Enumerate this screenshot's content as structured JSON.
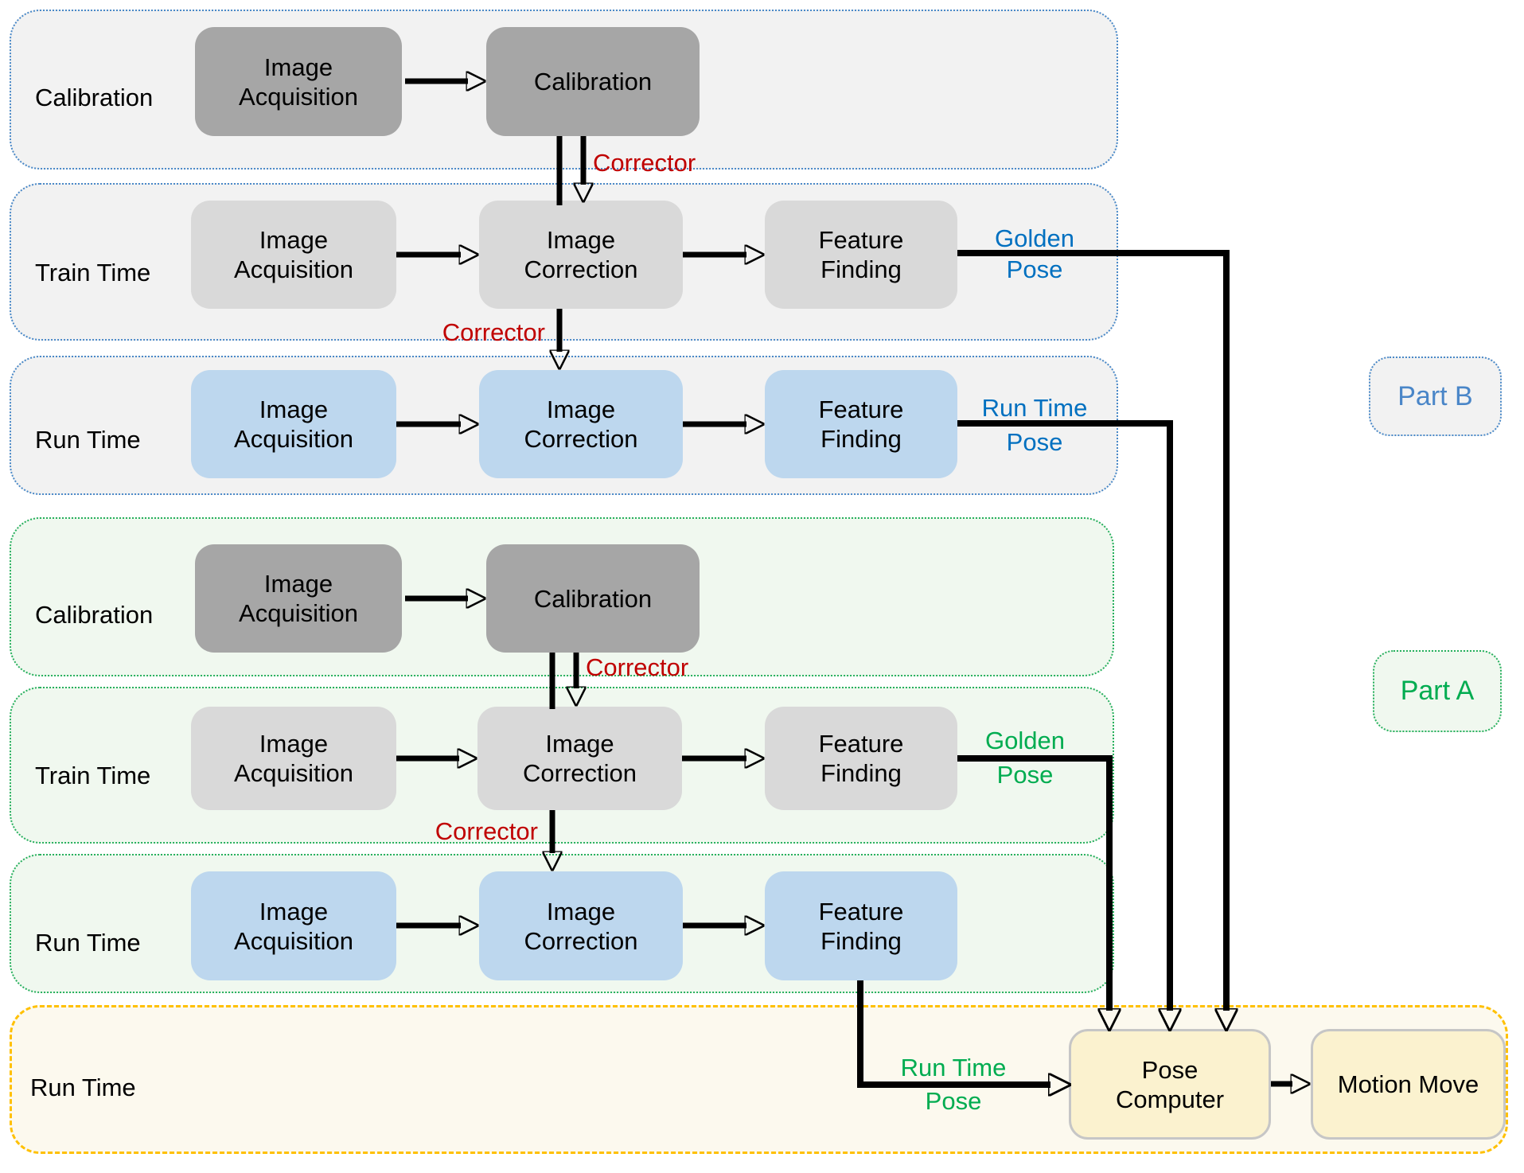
{
  "rows": [
    {
      "label": "Calibration",
      "part": "B",
      "boxes": [
        {
          "lines": [
            "Image",
            "Acquisition"
          ]
        },
        {
          "lines": [
            "Calibration"
          ]
        }
      ]
    },
    {
      "label": "Train Time",
      "part": "B",
      "boxes": [
        {
          "lines": [
            "Image",
            "Acquisition"
          ]
        },
        {
          "lines": [
            "Image",
            "Correction"
          ]
        },
        {
          "lines": [
            "Feature",
            "Finding"
          ]
        }
      ],
      "output": {
        "line1": "Golden",
        "line2": "Pose",
        "color": "#0070C0"
      }
    },
    {
      "label": "Run Time",
      "part": "B",
      "boxes": [
        {
          "lines": [
            "Image",
            "Acquisition"
          ]
        },
        {
          "lines": [
            "Image",
            "Correction"
          ]
        },
        {
          "lines": [
            "Feature",
            "Finding"
          ]
        }
      ],
      "output": {
        "line1": "Run Time",
        "line2": "Pose",
        "color": "#0070C0"
      }
    },
    {
      "label": "Calibration",
      "part": "A",
      "boxes": [
        {
          "lines": [
            "Image",
            "Acquisition"
          ]
        },
        {
          "lines": [
            "Calibration"
          ]
        }
      ]
    },
    {
      "label": "Train Time",
      "part": "A",
      "boxes": [
        {
          "lines": [
            "Image",
            "Acquisition"
          ]
        },
        {
          "lines": [
            "Image",
            "Correction"
          ]
        },
        {
          "lines": [
            "Feature",
            "Finding"
          ]
        }
      ],
      "output": {
        "line1": "Golden",
        "line2": "Pose",
        "color": "#00B050"
      }
    },
    {
      "label": "Run Time",
      "part": "A",
      "boxes": [
        {
          "lines": [
            "Image",
            "Acquisition"
          ]
        },
        {
          "lines": [
            "Image",
            "Correction"
          ]
        },
        {
          "lines": [
            "Feature",
            "Finding"
          ]
        }
      ],
      "output": {
        "line1": "Run Time",
        "line2": "Pose",
        "color": "#00B050"
      }
    },
    {
      "label": "Run Time",
      "part": "integration",
      "boxes": [
        {
          "lines": [
            "Pose",
            "Computer"
          ]
        },
        {
          "lines": [
            "Motion Move"
          ]
        }
      ]
    }
  ],
  "connector_labels": {
    "corrector": "Corrector"
  },
  "badges": [
    {
      "label": "Part B",
      "color": "#4A86C8"
    },
    {
      "label": "Part A",
      "color": "#00AC50"
    }
  ],
  "colors": {
    "calibration_node": "#A6A6A6",
    "train_node": "#D9D9D9",
    "run_node": "#BDD7EE",
    "integration_node": "#FBF2CF",
    "part_b_border": "#4A89C8",
    "part_a_border": "#27B05E",
    "integration_border": "#FFC000",
    "corrector_text": "#C00000",
    "arrow": "#000000"
  }
}
